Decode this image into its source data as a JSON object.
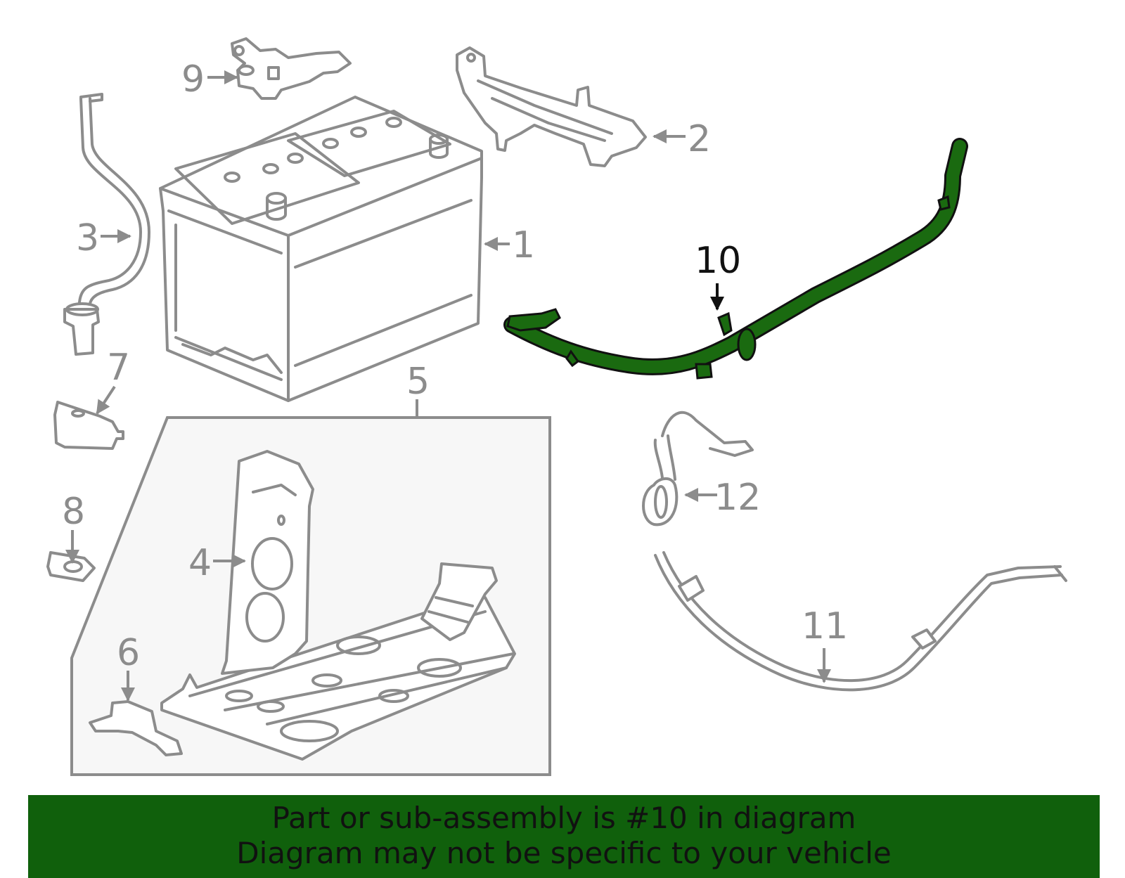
{
  "callouts": {
    "c1": "1",
    "c2": "2",
    "c3": "3",
    "c4": "4",
    "c5": "5",
    "c6": "6",
    "c7": "7",
    "c8": "8",
    "c9": "9",
    "c10": "10",
    "c11": "11",
    "c12": "12"
  },
  "highlighted_part": "10",
  "colors": {
    "highlight": "#1a6a10",
    "banner": "#10600c",
    "line_art": "#8c8c8c"
  },
  "banner": {
    "line1": "Part or sub-assembly is #10 in diagram",
    "line2": "Diagram may not be specific to your vehicle"
  }
}
